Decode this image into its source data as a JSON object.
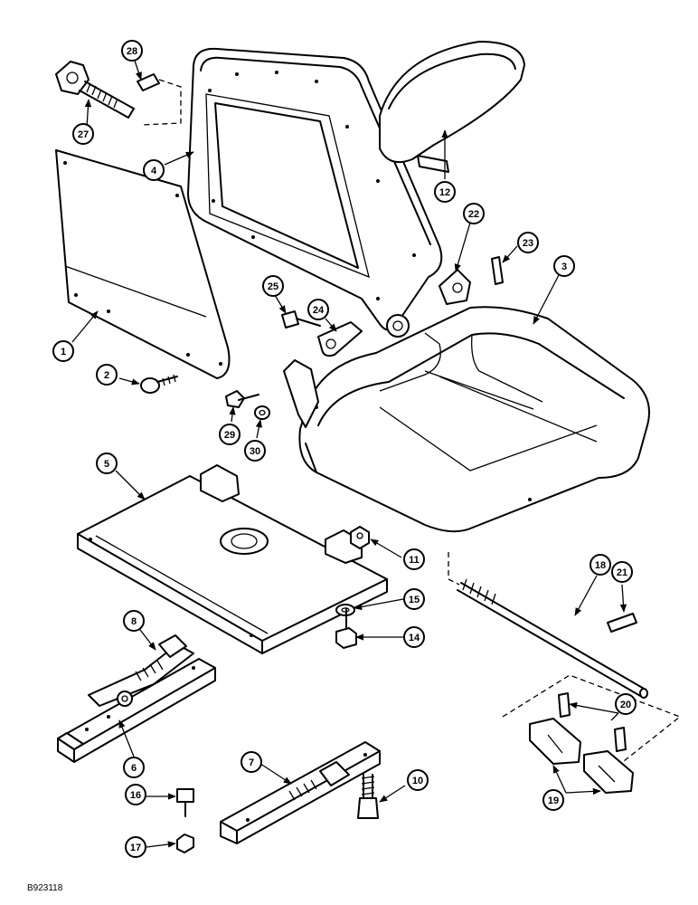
{
  "callouts": {
    "c1": "1",
    "c2": "2",
    "c3": "3",
    "c4": "4",
    "c5": "5",
    "c6": "6",
    "c7": "7",
    "c8": "8",
    "c10": "10",
    "c11": "11",
    "c12": "12",
    "c14": "14",
    "c15": "15",
    "c16": "16",
    "c17": "17",
    "c18": "18",
    "c19": "19",
    "c20": "20",
    "c21": "21",
    "c22": "22",
    "c23": "23",
    "c24": "24",
    "c25": "25",
    "c27": "27",
    "c28": "28",
    "c29": "29",
    "c30": "30"
  },
  "reference_code": "B923118",
  "colors": {
    "line": "#000000",
    "background": "#ffffff"
  }
}
